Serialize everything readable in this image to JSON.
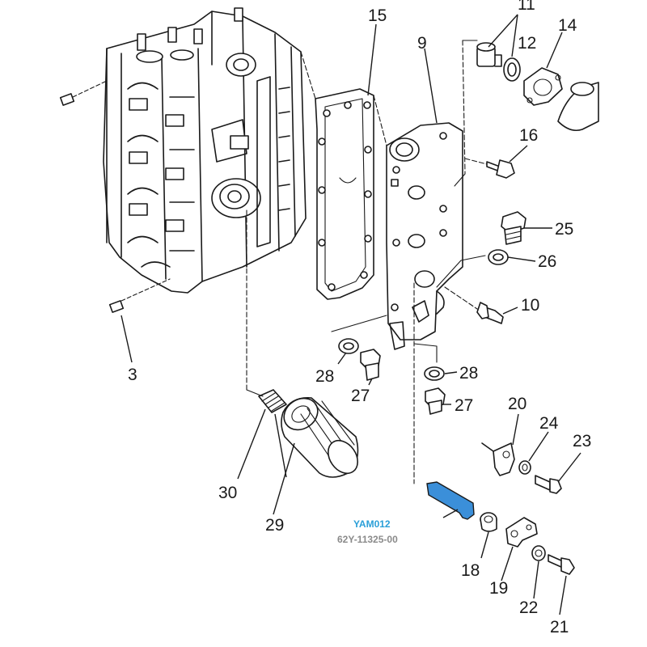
{
  "callouts": {
    "c3": "3",
    "c9": "9",
    "c10": "10",
    "c11": "11",
    "c12": "12",
    "c14": "14",
    "c15": "15",
    "c16": "16",
    "c18": "18",
    "c19": "19",
    "c20": "20",
    "c21": "21",
    "c22": "22",
    "c23": "23",
    "c24": "24",
    "c25": "25",
    "c26": "26",
    "c27a": "27",
    "c27b": "27",
    "c28a": "28",
    "c28b": "28",
    "c29": "29",
    "c30": "30"
  },
  "highlight": {
    "code": "YAM012",
    "part_number": "62Y-11325-00",
    "code_color": "#2a9fd8",
    "part_color": "#8a8a8a",
    "part_fill": "#3b8fd9"
  }
}
